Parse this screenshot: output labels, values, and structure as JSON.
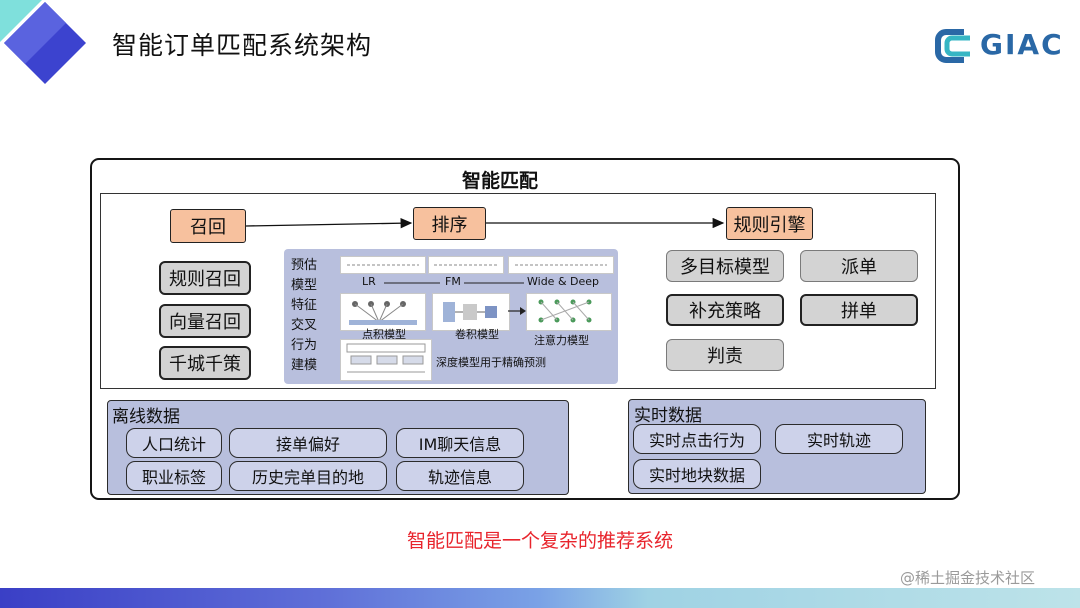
{
  "slide_title": "智能订单匹配系统架构",
  "logo": {
    "text": "GIAC",
    "brand_color": "#2a68a6"
  },
  "diagram": {
    "title": "智能匹配",
    "flow": {
      "recall": "召回",
      "rank": "排序",
      "rules": "规则引擎"
    },
    "recall_items": [
      "规则召回",
      "向量召回",
      "千城千策"
    ],
    "model_side_labels": [
      "预估",
      "模型",
      "特征",
      "交叉",
      "行为",
      "建模"
    ],
    "model_captions": {
      "lr": "LR",
      "fm": "FM",
      "wide_deep": "Wide & Deep",
      "dot_model": "点积模型",
      "conv_model": "卷积模型",
      "attention_model": "注意力模型",
      "deep_note": "深度模型用于精确预测"
    },
    "rule_items": {
      "multi_target": "多目标模型",
      "dispatch": "派单",
      "supplement": "补充策略",
      "pooling": "拼单",
      "judge": "判责"
    },
    "offline": {
      "title": "离线数据",
      "items": [
        "人口统计",
        "接单偏好",
        "IM聊天信息",
        "职业标签",
        "历史完单目的地",
        "轨迹信息"
      ]
    },
    "realtime": {
      "title": "实时数据",
      "items": [
        "实时点击行为",
        "实时轨迹",
        "实时地块数据"
      ]
    }
  },
  "caption": "智能匹配是一个复杂的推荐系统",
  "watermark": "@稀土掘金技术社区",
  "colors": {
    "orange_node": "#f7c19e",
    "panel_blue": "#b8bfdd",
    "caption_red": "#e8242c"
  }
}
